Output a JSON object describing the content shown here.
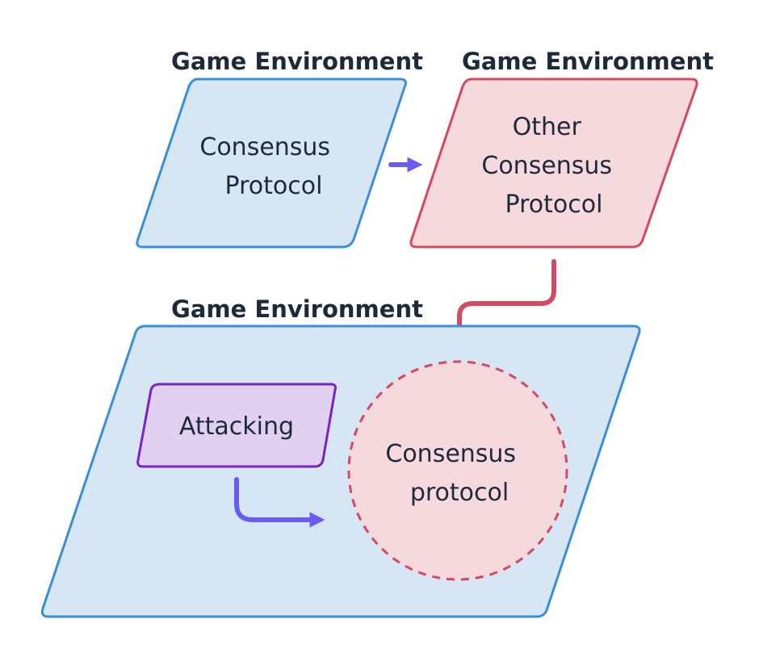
{
  "colors": {
    "blue_fill": "#d6e6f5",
    "blue_stroke": "#3a8fd6",
    "red_fill": "#f6d9dd",
    "red_stroke": "#d34a62",
    "purple_fill": "#e2d0f2",
    "purple_stroke": "#7a22c4",
    "arrow_blue": "#6a5cf0",
    "arrow_red": "#d34a62",
    "text": "#1e2a3a"
  },
  "groups": {
    "top_left": {
      "heading": "Game Environment"
    },
    "top_right": {
      "heading": "Game Environment"
    },
    "bottom": {
      "heading": "Game Environment"
    }
  },
  "nodes": {
    "consensus_protocol": {
      "lines": [
        "Consensus",
        "Protocol"
      ]
    },
    "other_consensus_protocol": {
      "lines": [
        "Other",
        "Consensus",
        "Protocol"
      ]
    },
    "attacking": {
      "lines": [
        "Attacking"
      ]
    },
    "consensus_protocol_circle": {
      "lines": [
        "Consensus",
        "protocol"
      ]
    }
  }
}
